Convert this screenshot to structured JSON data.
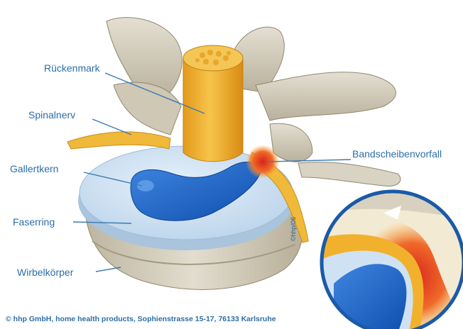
{
  "labels": {
    "rueckenmark": "Rückenmark",
    "spinalnerv": "Spinalnerv",
    "gallertkern": "Gallertkern",
    "faserring": "Faserring",
    "wirbelkoerper": "Wirbelkörper",
    "bandscheibenvorfall": "Bandscheibenvorfall"
  },
  "watermark": "©hhp/06",
  "footer": "© hhp GmbH, home health products, Sophienstrasse 15-17, 76133 Karlsruhe",
  "colors": {
    "label_text": "#2c6ea8",
    "bone": "#d7d1c1",
    "spinal_cord": "#f2b632",
    "disc_ring": "#c9dff0",
    "nucleus": "#1f63c4",
    "herniation": "#e8432c"
  }
}
